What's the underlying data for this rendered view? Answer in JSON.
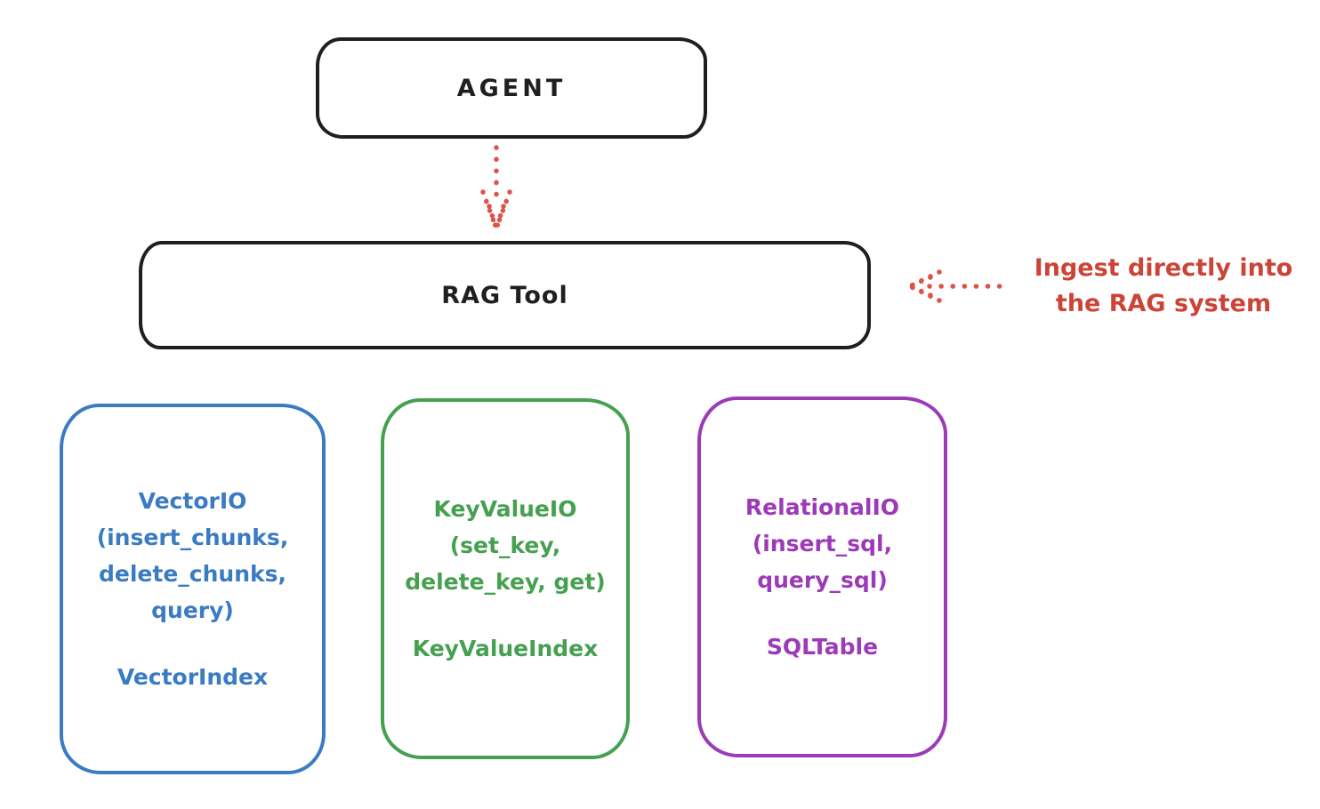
{
  "colors": {
    "ink": "#1f1f1f",
    "red_arrow": "#dd5349",
    "red_text": "#cc4437",
    "blue": "#3a7bc2",
    "green": "#45a050",
    "purple": "#9c3ab8"
  },
  "agent_box": {
    "label": "AGENT"
  },
  "rag_tool_box": {
    "label": "RAG Tool"
  },
  "annotation": {
    "line1": "Ingest directly into",
    "line2": "the RAG system"
  },
  "io_boxes": [
    {
      "name": "vector-io",
      "lines": [
        "VectorIO",
        "(insert_chunks,",
        "delete_chunks,",
        "query)"
      ],
      "index_label": "VectorIndex"
    },
    {
      "name": "keyvalue-io",
      "lines": [
        "KeyValueIO",
        "(set_key,",
        "delete_key, get)"
      ],
      "index_label": "KeyValueIndex"
    },
    {
      "name": "relational-io",
      "lines": [
        "RelationalIO",
        "(insert_sql,",
        "query_sql)"
      ],
      "index_label": "SQLTable"
    }
  ]
}
